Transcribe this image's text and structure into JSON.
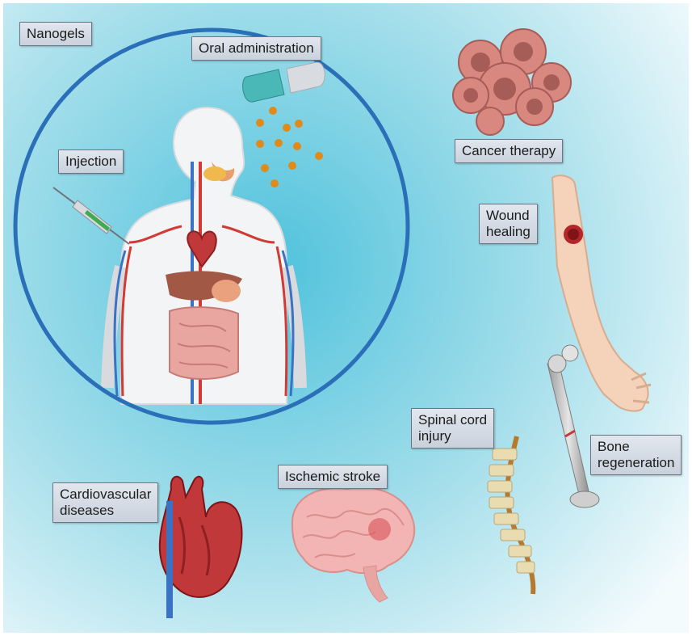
{
  "labels": {
    "nanogels": "Nanogels",
    "oral_administration": "Oral administration",
    "injection": "Injection",
    "cancer_therapy": "Cancer therapy",
    "wound_healing": "Wound\nhealing",
    "spinal_cord_injury": "Spinal cord\ninjury",
    "bone_regeneration": "Bone\nregeneration",
    "ischemic_stroke": "Ischemic stroke",
    "cardiovascular_diseases": "Cardiovascular\ndiseases"
  },
  "colors": {
    "background_glow": "#4ec2dc",
    "circle_stroke": "#2a6fb8",
    "label_fill": "#d5dbe3",
    "nanoparticle": "#e08a1a",
    "heart": "#c0383a",
    "skin": "#f4d3ba",
    "brain": "#f2b5b3",
    "tumor": "#c9706b"
  },
  "icons": [
    "capsule-icon",
    "syringe-icon",
    "tumor-cells-icon",
    "arm-wound-icon",
    "femur-bone-icon",
    "spine-icon",
    "brain-icon",
    "heart-icon",
    "human-body-icon"
  ]
}
